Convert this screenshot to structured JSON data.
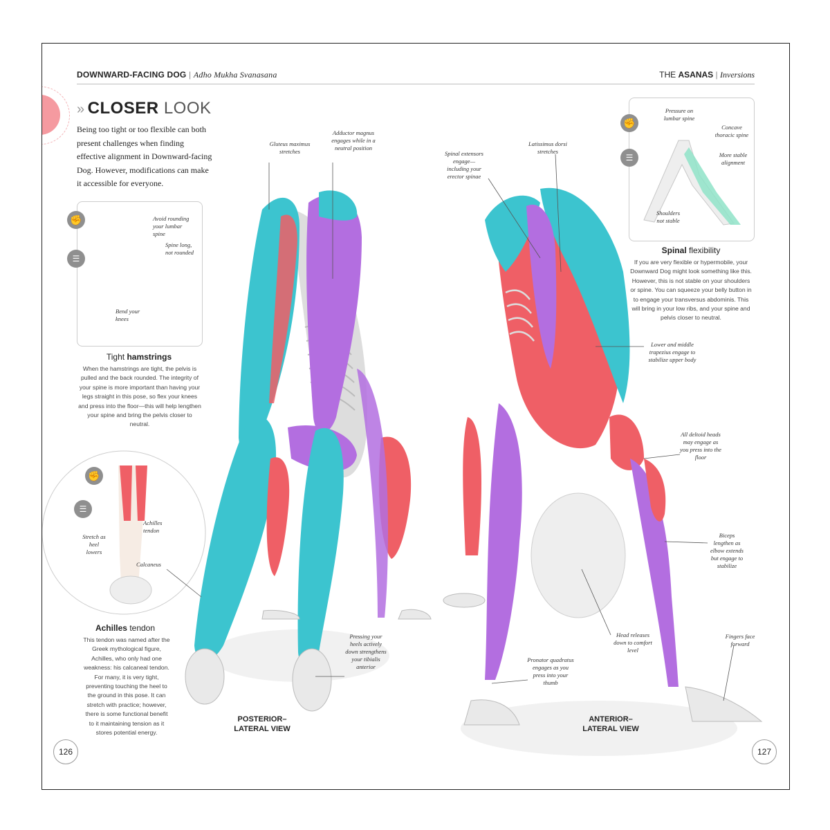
{
  "header": {
    "pose_name": "DOWNWARD-FACING DOG",
    "separator": "|",
    "sanskrit": "Adho Mukha Svanasana",
    "section_prefix": "THE",
    "section_bold": "ASANAS",
    "chapter": "Inversions"
  },
  "title": {
    "chevrons": "»",
    "bold": "CLOSER",
    "light": "LOOK"
  },
  "intro_text": "Being too tight or too flexible can both present challenges when finding effective alignment in Downward-facing Dog. However, modifications can make it accessible for everyone.",
  "tight_hamstrings": {
    "notes": [
      "Avoid rounding your lumbar spine",
      "Spine long, not rounded",
      "Bend your knees"
    ],
    "title_light": "Tight",
    "title_bold": "hamstrings",
    "text": "When the hamstrings are tight, the pelvis is pulled and the back rounded. The integrity of your spine is more important than having your legs straight in this pose, so flex your knees and press into the floor—this will help lengthen your spine and bring the pelvis closer to neutral."
  },
  "achilles": {
    "notes": [
      "Achilles tendon",
      "Stretch as heel lowers",
      "Calcaneus"
    ],
    "title_bold": "Achilles",
    "title_light": "tendon",
    "text": "This tendon was named after the Greek mythological figure, Achilles, who only had one weakness: his calcaneal tendon. For many, it is very tight, preventing touching the heel to the ground in this pose. It can stretch with practice; however, there is some functional benefit to it maintaining tension as it stores potential energy."
  },
  "spinal": {
    "notes": [
      "Pressure on lumbar spine",
      "Concave thoracic spine",
      "More stable alignment",
      "Shoulders not stable"
    ],
    "title_bold": "Spinal",
    "title_light": "flexibility",
    "text": "If you are very flexible or hypermobile, your Downward Dog might look something like this. However, this is not stable on your shoulders or spine. You can squeeze your belly button in to engage your transversus abdominis. This will bring in your low ribs, and your spine and pelvis closer to neutral."
  },
  "posterior_labels": [
    "Gluteus maximus stretches",
    "Adductor magnus engages while in a neutral position",
    "Pressing your heels actively down strengthens your tibialis anterior"
  ],
  "anterior_labels": [
    "Spinal extensors engage—including your erector spinae",
    "Latissimus dorsi stretches",
    "Lower and middle trapezius engage to stabilize upper body",
    "All deltoid heads may engage as you press into the floor",
    "Biceps lengthen as elbow extends but engage to stabilize",
    "Head releases down to comfort level",
    "Pronator quadratus engages as you press into your thumb",
    "Fingers face forward"
  ],
  "views": {
    "posterior_1": "POSTERIOR–",
    "posterior_2": "LATERAL VIEW",
    "anterior_1": "ANTERIOR–",
    "anterior_2": "LATERAL VIEW"
  },
  "page_left": "126",
  "page_right": "127",
  "colors": {
    "teal": "#3cc4cf",
    "purple": "#b36ee0",
    "red": "#ef5f66",
    "bone": "#eeeeee",
    "accent_pink": "#f59aa0"
  },
  "icons": [
    "flexed-arm-icon",
    "ribcage-icon"
  ]
}
